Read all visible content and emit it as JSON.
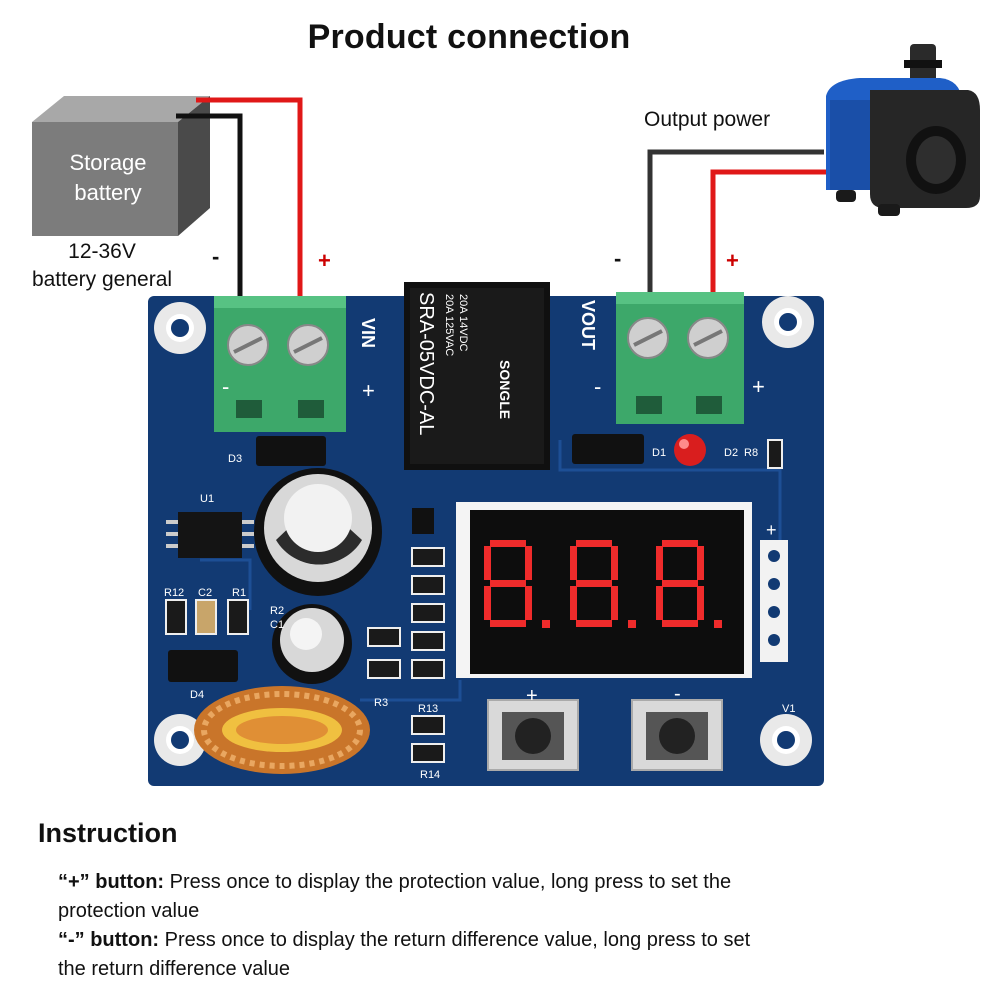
{
  "title": "Product connection",
  "battery": {
    "label_line1": "Storage",
    "label_line2": "battery",
    "caption_line1": "12-36V",
    "caption_line2": "battery general"
  },
  "output": {
    "caption": "Output power"
  },
  "signs": {
    "minus": "-",
    "plus": "+"
  },
  "board": {
    "input_label": "VIN",
    "output_label": "VOUT",
    "relay_model": "SRA-05VDC-AL",
    "relay_rating1": "20A 14VDC",
    "relay_rating2": "20A 125VAC",
    "relay_brand": "SONGLE",
    "refs": [
      "D3",
      "U1",
      "R12",
      "C2",
      "R1",
      "R2",
      "C1",
      "D4",
      "R3",
      "R13",
      "R14",
      "D1",
      "D2",
      "R8",
      "V1"
    ],
    "display_digits": "8.8.8."
  },
  "instruction": {
    "heading": "Instruction",
    "plus_label": "“+” button:",
    "plus_text": " Press once to display the protection value, long press to set the",
    "plus_text2": "protection value",
    "minus_label": "“-” button:",
    "minus_text": " Press once to display the return difference value, long press to set",
    "minus_text2": "the return difference value"
  },
  "colors": {
    "wire_red": "#e01818",
    "wire_black": "#111111",
    "pcb": "#123a73",
    "terminal": "#3da86a",
    "pump_blue": "#1f5fc7"
  }
}
